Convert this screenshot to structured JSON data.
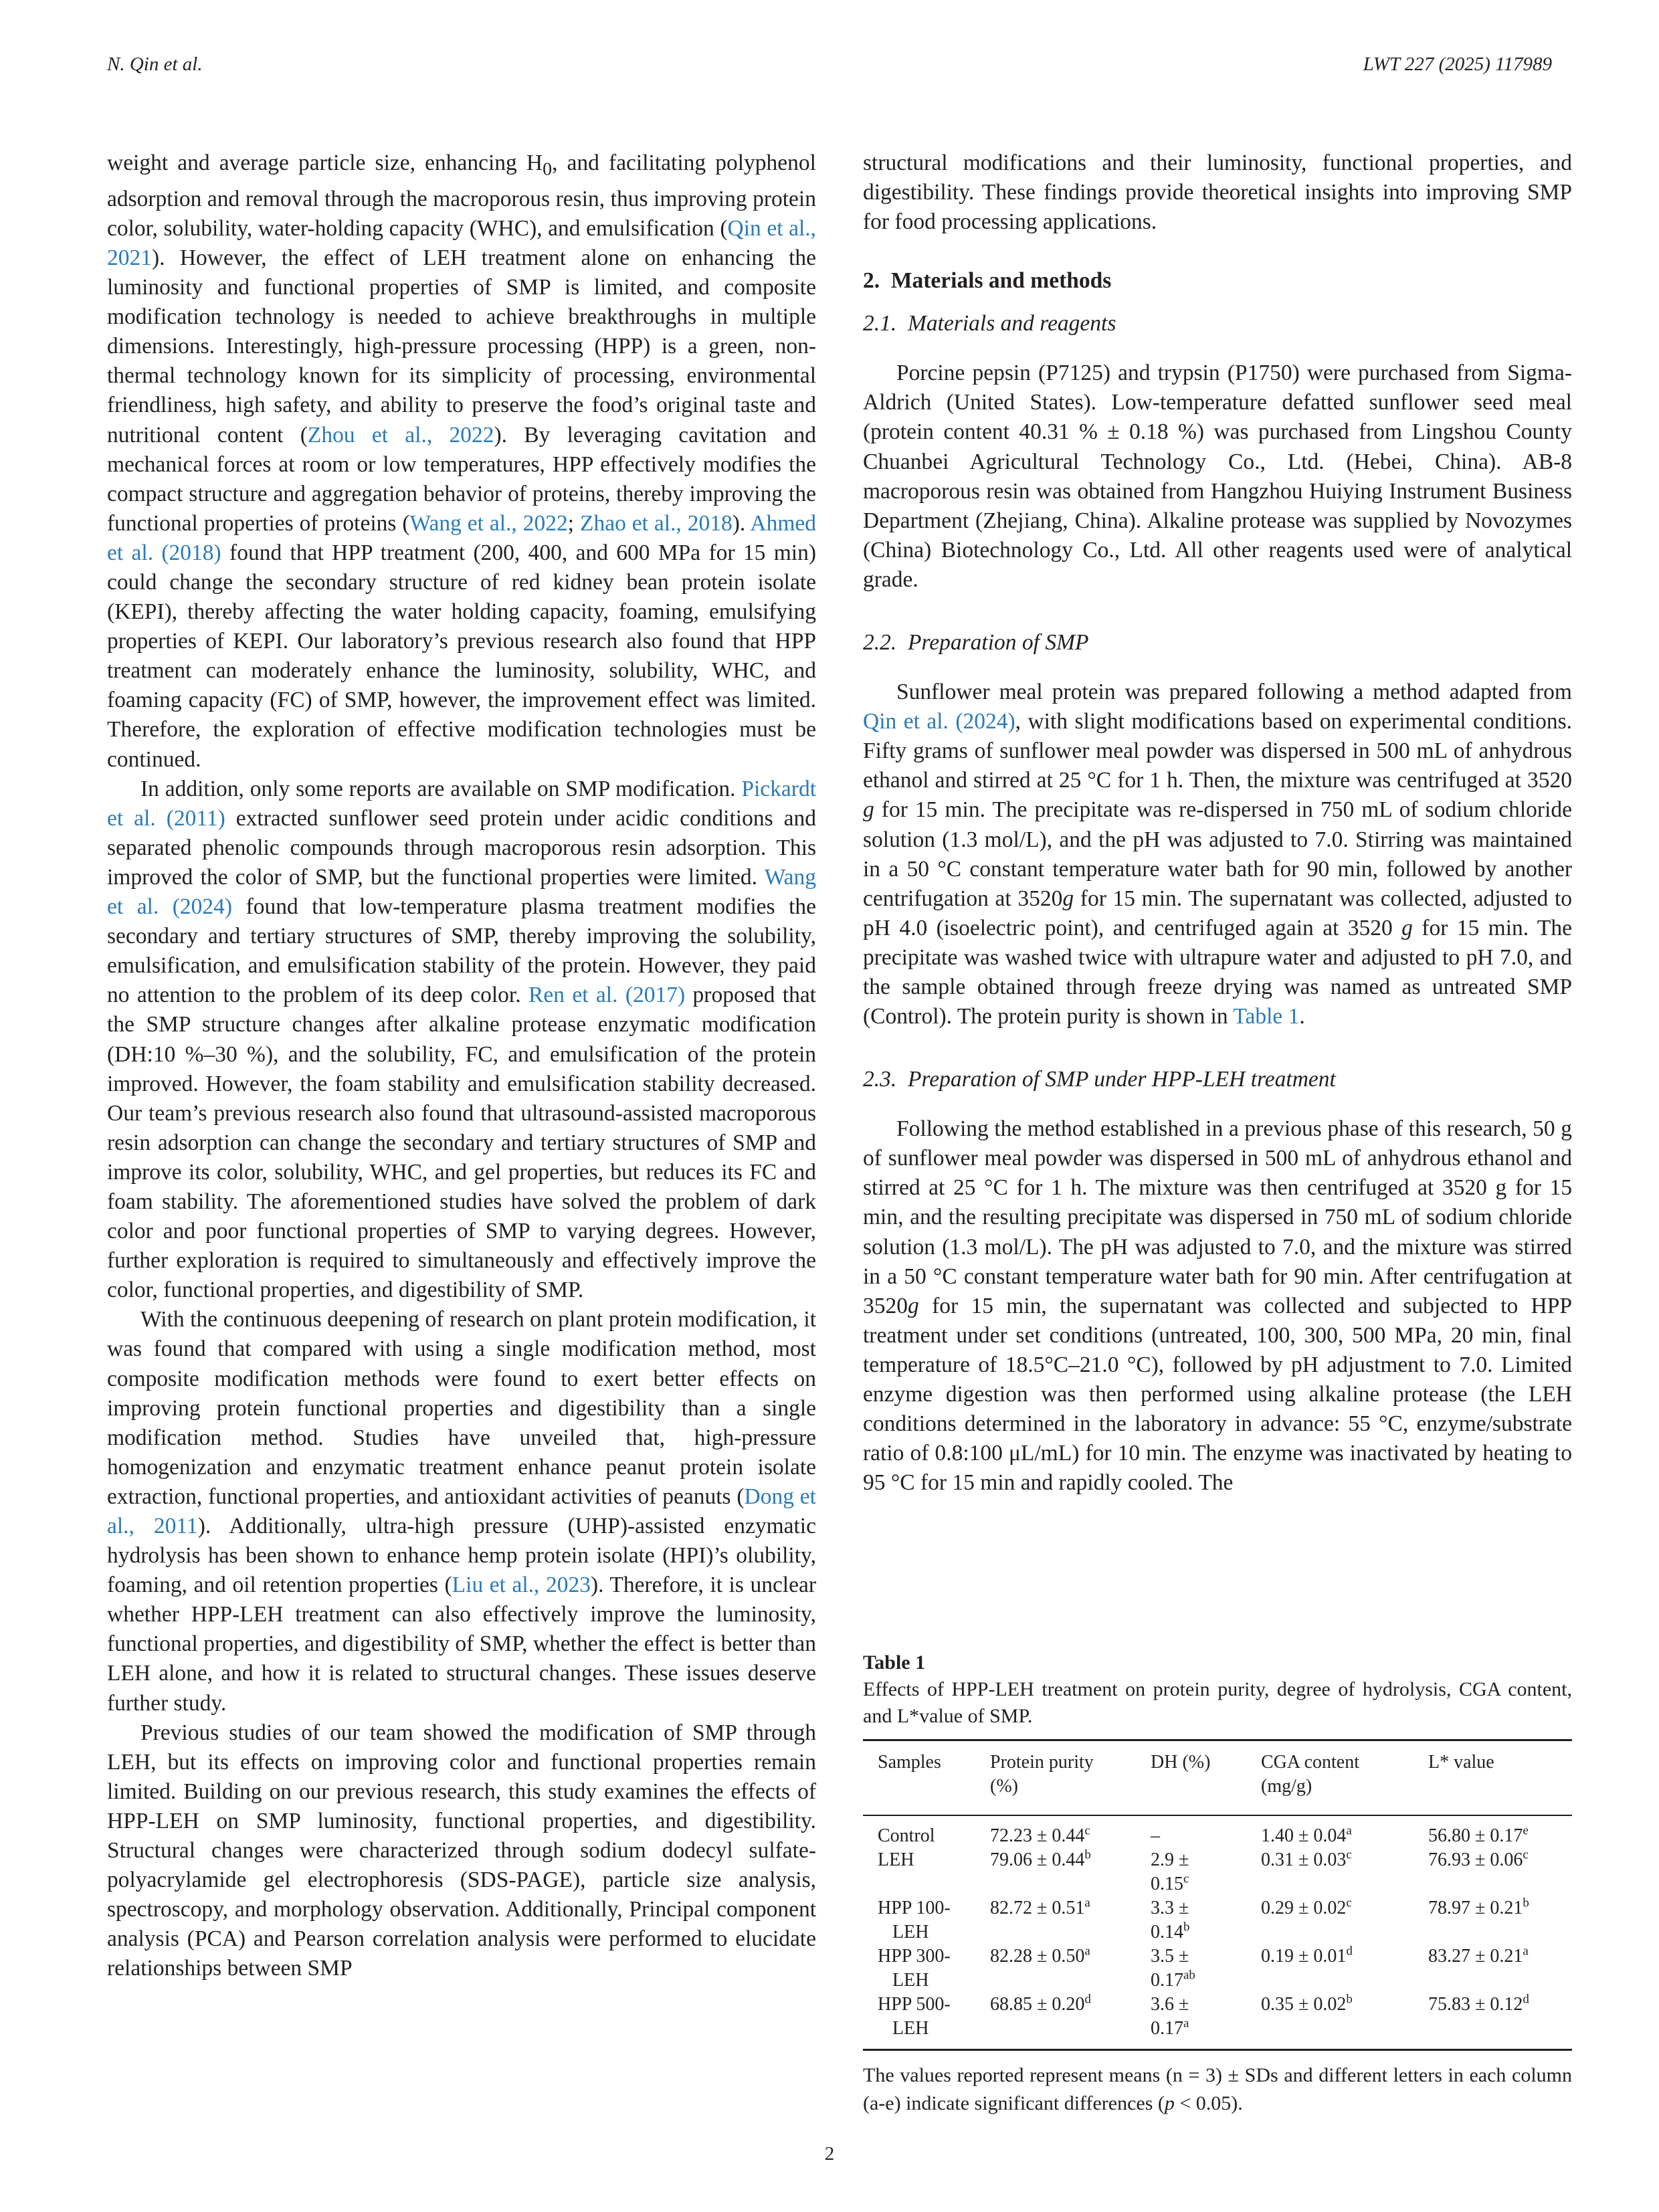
{
  "header": {
    "left": "N. Qin et al.",
    "right": "LWT 227 (2025) 117989"
  },
  "left_column": {
    "p1": [
      {
        "t": "weight and average particle size, enhancing H"
      },
      {
        "t": "0",
        "sub": true
      },
      {
        "t": ", and facilitating polyphenol adsorption and removal through the macroporous resin, thus improving protein color, solubility, water-holding capacity (WHC), and emulsification ("
      },
      {
        "t": "Qin et al., 2021",
        "link": true
      },
      {
        "t": "). However, the effect of LEH treatment alone on enhancing the luminosity and functional properties of SMP is limited, and composite modification technology is needed to achieve breakthroughs in multiple dimensions. Interestingly, high-pressure processing (HPP) is a green, non-thermal technology known for its simplicity of processing, environmental friendliness, high safety, and ability to preserve the food’s original taste and nutritional content ("
      },
      {
        "t": "Zhou et al., 2022",
        "link": true
      },
      {
        "t": "). By leveraging cavitation and mechanical forces at room or low temperatures, HPP effectively modifies the compact structure and aggregation behavior of proteins, thereby improving the functional properties of proteins ("
      },
      {
        "t": "Wang et al., 2022",
        "link": true
      },
      {
        "t": "; "
      },
      {
        "t": "Zhao et al., 2018",
        "link": true
      },
      {
        "t": "). "
      },
      {
        "t": "Ahmed et al. (2018)",
        "link": true
      },
      {
        "t": " found that HPP treatment (200, 400, and 600 MPa for 15 min) could change the secondary structure of red kidney bean protein isolate (KEPI), thereby affecting the water holding capacity, foaming, emulsifying properties of KEPI. Our laboratory’s previous research also found that HPP treatment can moderately enhance the luminosity, solubility, WHC, and foaming capacity (FC) of SMP, however, the improvement effect was limited. Therefore, the exploration of effective modification technologies must be continued."
      }
    ],
    "p2": [
      {
        "t": "In addition, only some reports are available on SMP modification. "
      },
      {
        "t": "Pickardt et al. (2011)",
        "link": true
      },
      {
        "t": " extracted sunflower seed protein under acidic conditions and separated phenolic compounds through macroporous resin adsorption. This improved the color of SMP, but the functional properties were limited. "
      },
      {
        "t": "Wang et al. (2024)",
        "link": true
      },
      {
        "t": " found that low-temperature plasma treatment modifies the secondary and tertiary structures of SMP, thereby improving the solubility, emulsification, and emulsification stability of the protein. However, they paid no attention to the problem of its deep color. "
      },
      {
        "t": "Ren et al. (2017)",
        "link": true
      },
      {
        "t": " proposed that the SMP structure changes after alkaline protease enzymatic modification (DH:10 %–30 %), and the solubility, FC, and emulsification of the protein improved. However, the foam stability and emulsification stability decreased. Our team’s previous research also found that ultrasound-assisted macroporous resin adsorption can change the secondary and tertiary structures of SMP and improve its color, solubility, WHC, and gel properties, but reduces its FC and foam stability. The aforementioned studies have solved the problem of dark color and poor functional properties of SMP to varying degrees. However, further exploration is required to simultaneously and effectively improve the color, functional properties, and digestibility of SMP."
      }
    ],
    "p3": [
      {
        "t": "With the continuous deepening of research on plant protein modification, it was found that compared with using a single modification method, most composite modification methods were found to exert better effects on improving protein functional properties and digestibility than a single modification method. Studies have unveiled that, high-pressure homogenization and enzymatic treatment enhance peanut protein isolate extraction, functional properties, and antioxidant activities of peanuts ("
      },
      {
        "t": "Dong et al., 2011",
        "link": true
      },
      {
        "t": "). Additionally, ultra-high pressure (UHP)-assisted enzymatic hydrolysis has been shown to enhance hemp protein isolate (HPI)’s olubility, foaming, and oil retention properties ("
      },
      {
        "t": "Liu et al., 2023",
        "link": true
      },
      {
        "t": "). Therefore, it is unclear whether HPP-LEH treatment can also effectively improve the luminosity, functional properties, and digestibility of SMP, whether the effect is better than LEH alone, and how it is related to structural changes. These issues deserve further study."
      }
    ],
    "p4": [
      {
        "t": "Previous studies of our team showed the modification of SMP through LEH, but its effects on improving color and functional properties remain limited. Building on our previous research, this study examines the effects of HPP-LEH on SMP luminosity, functional properties, and digestibility. Structural changes were characterized through sodium dodecyl sulfate-polyacrylamide gel electrophoresis (SDS-PAGE), particle size analysis, spectroscopy, and morphology observation. Additionally, Principal component analysis (PCA) and Pearson correlation analysis were performed to elucidate relationships between SMP"
      }
    ]
  },
  "right_column": {
    "p0": [
      {
        "t": "structural modifications and their luminosity, functional properties, and digestibility. These findings provide theoretical insights into improving SMP for food processing applications."
      }
    ],
    "sec2": {
      "num": "2.",
      "title": "Materials and methods"
    },
    "sub21": {
      "num": "2.1.",
      "title": "Materials and reagents"
    },
    "p21": [
      {
        "t": "Porcine pepsin (P7125) and trypsin (P1750) were purchased from Sigma- Aldrich (United States). Low-temperature defatted sunflower seed meal (protein content 40.31 % ± 0.18 %) was purchased from Lingshou County Chuanbei Agricultural Technology Co., Ltd. (Hebei, China). AB-8 macroporous resin was obtained from Hangzhou Huiying Instrument Business Department (Zhejiang, China). Alkaline protease was supplied by Novozymes (China) Biotechnology Co., Ltd. All other reagents used were of analytical grade."
      }
    ],
    "sub22": {
      "num": "2.2.",
      "title": "Preparation of SMP"
    },
    "p22": [
      {
        "t": "Sunflower meal protein was prepared following a method adapted from "
      },
      {
        "t": "Qin et al. (2024)",
        "link": true
      },
      {
        "t": ", with slight modifications based on experimental conditions. Fifty grams of sunflower meal powder was dispersed in 500 mL of anhydrous ethanol and stirred at 25 °C for 1 h. Then, the mixture was centrifuged at 3520 "
      },
      {
        "t": "g",
        "i": true
      },
      {
        "t": " for 15 min. The precipitate was re-dispersed in 750 mL of sodium chloride solution (1.3 mol/L), and the pH was adjusted to 7.0. Stirring was maintained in a 50 °C constant temperature water bath for 90 min, followed by another centrifugation at 3520"
      },
      {
        "t": "g",
        "i": true
      },
      {
        "t": " for 15 min. The supernatant was collected, adjusted to pH 4.0 (isoelectric point), and centrifuged again at 3520 "
      },
      {
        "t": "g",
        "i": true
      },
      {
        "t": " for 15 min. The precipitate was washed twice with ultrapure water and adjusted to pH 7.0, and the sample obtained through freeze drying was named as untreated SMP (Control). The protein purity is shown in "
      },
      {
        "t": "Table 1",
        "link": true
      },
      {
        "t": "."
      }
    ],
    "sub23": {
      "num": "2.3.",
      "title": "Preparation of SMP under HPP-LEH treatment"
    },
    "p23": [
      {
        "t": "Following the method established in a previous phase of this research, 50 g of sunflower meal powder was dispersed in 500 mL of anhydrous ethanol and stirred at 25 °C for 1 h. The mixture was then centrifuged at 3520 g for 15 min, and the resulting precipitate was dispersed in 750 mL of sodium chloride solution (1.3 mol/L). The pH was adjusted to 7.0, and the mixture was stirred in a 50 °C constant temperature water bath for 90 min. After centrifugation at 3520"
      },
      {
        "t": "g",
        "i": true
      },
      {
        "t": " for 15 min, the supernatant was collected and subjected to HPP treatment under set conditions (untreated, 100, 300, 500 MPa, 20 min, final temperature of 18.5°C–21.0 °C), followed by pH adjustment to 7.0. Limited enzyme digestion was then performed using alkaline protease (the LEH conditions determined in the laboratory in advance: 55 °C, enzyme/substrate ratio of 0.8:100 μL/mL) for 10 min. The enzyme was inactivated by heating to 95 °C for 15 min and rapidly cooled. The"
      }
    ]
  },
  "table1": {
    "label": "Table 1",
    "caption": "Effects of HPP-LEH treatment on protein purity, degree of hydrolysis, CGA content, and L*value of SMP.",
    "headers": [
      [
        "Samples"
      ],
      [
        "Protein purity",
        "(%)"
      ],
      [
        "DH (%)"
      ],
      [
        "CGA content",
        "(mg/g)"
      ],
      [
        "L* value"
      ]
    ],
    "rows": [
      {
        "sample": [
          "Control"
        ],
        "purity": {
          "v": "72.23 ± 0.44",
          "s": "c"
        },
        "dh": [
          {
            "v": "–",
            "s": ""
          }
        ],
        "cga": {
          "v": "1.40 ± 0.04",
          "s": "a"
        },
        "l": {
          "v": "56.80 ± 0.17",
          "s": "e"
        }
      },
      {
        "sample": [
          "LEH"
        ],
        "purity": {
          "v": "79.06 ± 0.44",
          "s": "b"
        },
        "dh": [
          {
            "v": "2.9 ±",
            "s": ""
          },
          {
            "v": "0.15",
            "s": "c"
          }
        ],
        "cga": {
          "v": "0.31 ± 0.03",
          "s": "c"
        },
        "l": {
          "v": "76.93 ± 0.06",
          "s": "c"
        }
      },
      {
        "sample": [
          "HPP 100-",
          "LEH"
        ],
        "purity": {
          "v": "82.72 ± 0.51",
          "s": "a"
        },
        "dh": [
          {
            "v": "3.3 ±",
            "s": ""
          },
          {
            "v": "0.14",
            "s": "b"
          }
        ],
        "cga": {
          "v": "0.29 ± 0.02",
          "s": "c"
        },
        "l": {
          "v": "78.97 ± 0.21",
          "s": "b"
        }
      },
      {
        "sample": [
          "HPP 300-",
          "LEH"
        ],
        "purity": {
          "v": "82.28 ± 0.50",
          "s": "a"
        },
        "dh": [
          {
            "v": "3.5 ±",
            "s": ""
          },
          {
            "v": "0.17",
            "s": "ab"
          }
        ],
        "cga": {
          "v": "0.19 ± 0.01",
          "s": "d"
        },
        "l": {
          "v": "83.27 ± 0.21",
          "s": "a"
        }
      },
      {
        "sample": [
          "HPP 500-",
          "LEH"
        ],
        "purity": {
          "v": "68.85 ± 0.20",
          "s": "d"
        },
        "dh": [
          {
            "v": "3.6 ±",
            "s": ""
          },
          {
            "v": "0.17",
            "s": "a"
          }
        ],
        "cga": {
          "v": "0.35 ± 0.02",
          "s": "b"
        },
        "l": {
          "v": "75.83 ± 0.12",
          "s": "d"
        }
      }
    ],
    "footnote": [
      {
        "t": "The values reported represent means (n = 3) ± SDs and different letters in each column (a-e) indicate significant differences ("
      },
      {
        "t": "p",
        "i": true
      },
      {
        "t": " < 0.05)."
      }
    ]
  },
  "page_number": "2"
}
